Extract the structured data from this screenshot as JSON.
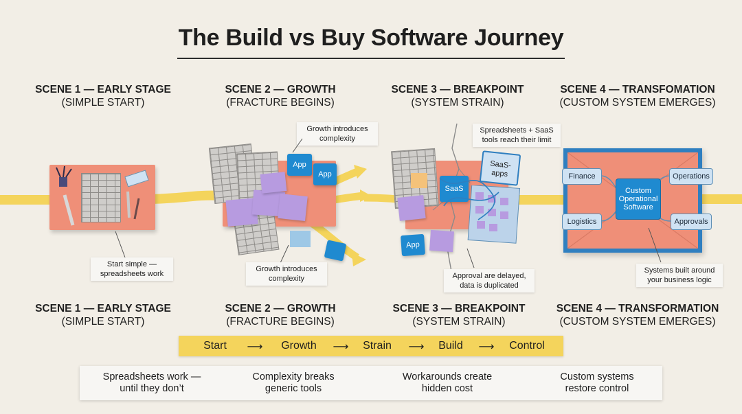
{
  "title": "The Build vs Buy Software Journey",
  "scenes": [
    {
      "name": "SCENE 1 — EARLY STAGE",
      "sub": "(SIMPLE START)"
    },
    {
      "name": "SCENE 2 — GROWTH",
      "sub": "(FRACTURE BEGINS)"
    },
    {
      "name": "SCENE 3 — BREAKPOINT",
      "sub": "(SYSTEM STRAIN)"
    },
    {
      "name": "SCENE 4 — TRANSFOMATION",
      "sub": "(CUSTOM SYSTEM EMERGES)"
    }
  ],
  "scenes_repeat": [
    {
      "name": "SCENE 1 — EARLY STAGE",
      "sub": "(SIMPLE START)"
    },
    {
      "name": "SCENE 2 — GROWTH",
      "sub": "(FRACTURE BEGINS)"
    },
    {
      "name": "SCENE 3 — BREAKPOINT",
      "sub": "(SYSTEM STRAIN)"
    },
    {
      "name": "SCENE 4 — TRANSFORMATION",
      "sub": "(CUSTOM SYSTEM EMERGES)"
    }
  ],
  "notes": {
    "s1_bottom": [
      "Start simple —",
      "spreadsheets work"
    ],
    "s2_top": [
      "Growth introduces",
      "complexity"
    ],
    "s2_bottom": [
      "Growth introduces",
      "complexity"
    ],
    "s3_top": [
      "Spreadsheets + SaaS",
      "tools reach their limit"
    ],
    "s3_bottom": [
      "Approval are delayed,",
      "data is duplicated"
    ],
    "s4_bottom": [
      "Systems built around",
      "your business logic"
    ]
  },
  "apps": {
    "app": "App",
    "saas": "SaaS",
    "saas_apps": [
      "SaaS-",
      "apps"
    ]
  },
  "system": {
    "center": [
      "Custom",
      "Operational",
      "Software"
    ],
    "finance": "Finance",
    "operations": "Operations",
    "logistics": "Logistics",
    "approvals": "Approvals"
  },
  "flow": {
    "steps": [
      "Start",
      "Growth",
      "Strain",
      "Build",
      "Control"
    ],
    "arrow": "⟶"
  },
  "footer": [
    [
      "Spreadsheets work —",
      "until they don’t"
    ],
    [
      "Complexity breaks",
      "generic tools"
    ],
    [
      "Workarounds create",
      "hidden cost"
    ],
    [
      "Custom systems",
      "restore control"
    ]
  ],
  "colors": {
    "background": "#f2eee6",
    "block": "#ef8f78",
    "path": "#f4d45c",
    "app": "#1f8ad0",
    "sticky": "#b79be0",
    "frame": "#2f7fc0"
  }
}
